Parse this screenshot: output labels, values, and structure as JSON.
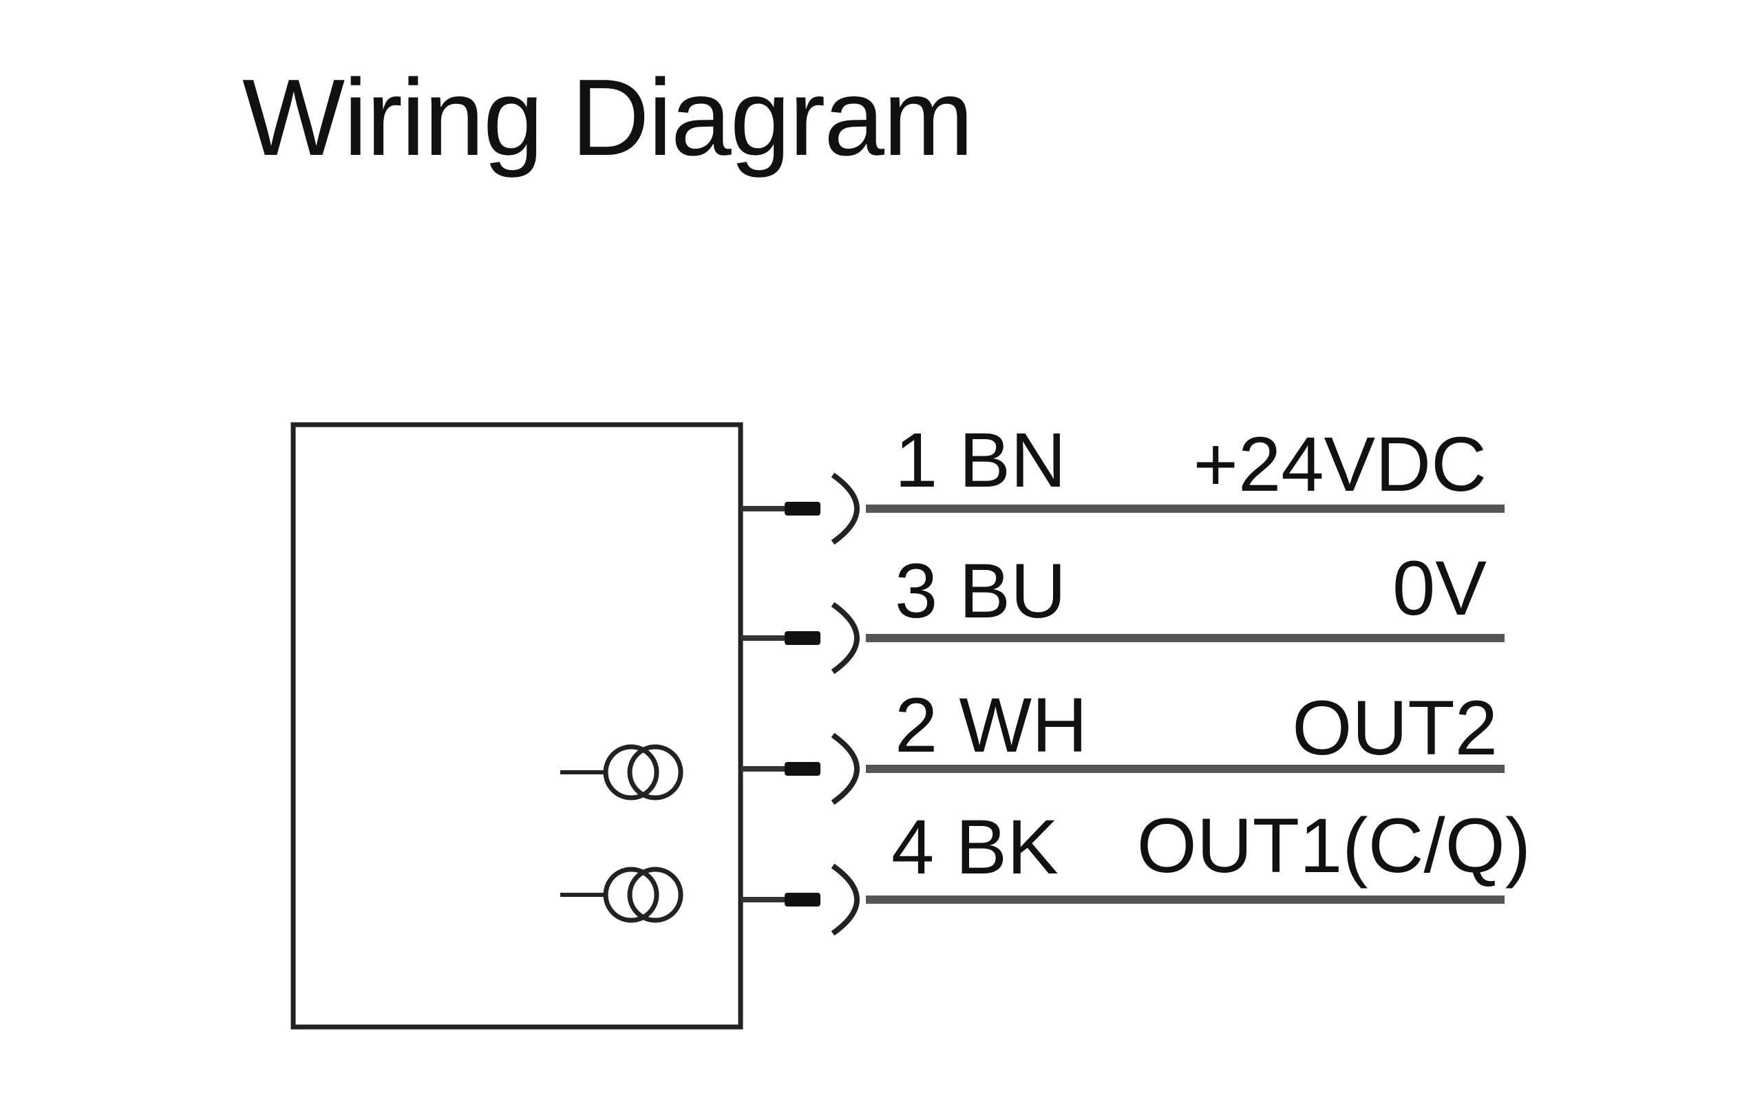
{
  "diagram": {
    "title": "Wiring Diagram",
    "colors": {
      "line": "#4a4a4a",
      "text": "#111111",
      "background": "#ffffff"
    },
    "wires": [
      {
        "pin": "1 BN",
        "signal": "+24VDC"
      },
      {
        "pin": "3 BU",
        "signal": "0V"
      },
      {
        "pin": "2 WH",
        "signal": "OUT2"
      },
      {
        "pin": "4 BK",
        "signal": "OUT1(C/Q)"
      }
    ],
    "symbols": [
      {
        "type": "output-symbol",
        "icon": "double-circle-output-icon",
        "wire": "2 WH"
      },
      {
        "type": "output-symbol",
        "icon": "double-circle-output-icon",
        "wire": "4 BK"
      }
    ]
  }
}
